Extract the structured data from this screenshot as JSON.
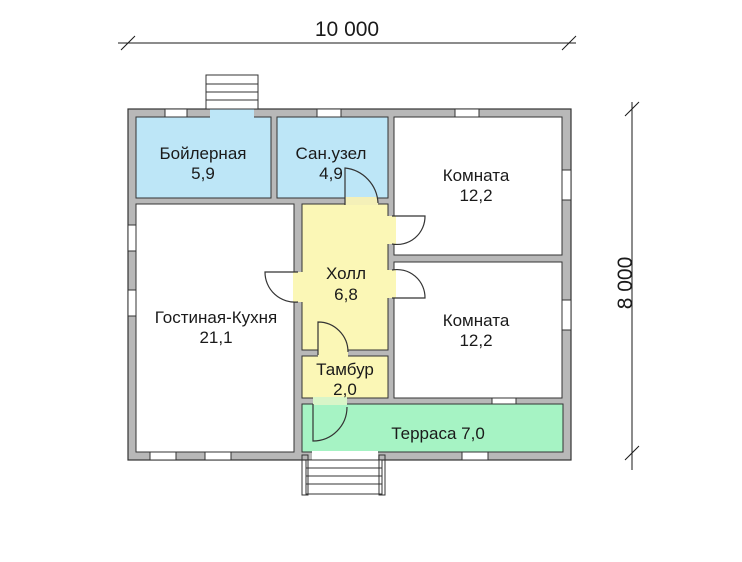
{
  "dimensions": {
    "width_label": "10 000",
    "depth_label": "8 000"
  },
  "rooms": [
    {
      "id": "boiler",
      "name": "Бойлерная",
      "area": "5,9",
      "color": "#bde6f7"
    },
    {
      "id": "bathroom",
      "name": "Сан.узел",
      "area": "4,9",
      "color": "#bde6f7"
    },
    {
      "id": "room-top",
      "name": "Комната",
      "area": "12,2",
      "color": "#ffffff"
    },
    {
      "id": "living-kitchen",
      "name": "Гостиная-Кухня",
      "area": "21,1",
      "color": "#ffffff"
    },
    {
      "id": "hall",
      "name": "Холл",
      "area": "6,8",
      "color": "#fbf7b6"
    },
    {
      "id": "room-bottom",
      "name": "Комната",
      "area": "12,2",
      "color": "#ffffff"
    },
    {
      "id": "vestibule",
      "name": "Тамбур",
      "area": "2,0",
      "color": "#fbf7b6"
    },
    {
      "id": "terrace",
      "name": "Терраса 7,0",
      "area": "",
      "color": "#a6f3c4"
    }
  ],
  "colors": {
    "wall": "#b8b8b8",
    "wall_outline": "#333333",
    "line": "#1a1a1a"
  }
}
